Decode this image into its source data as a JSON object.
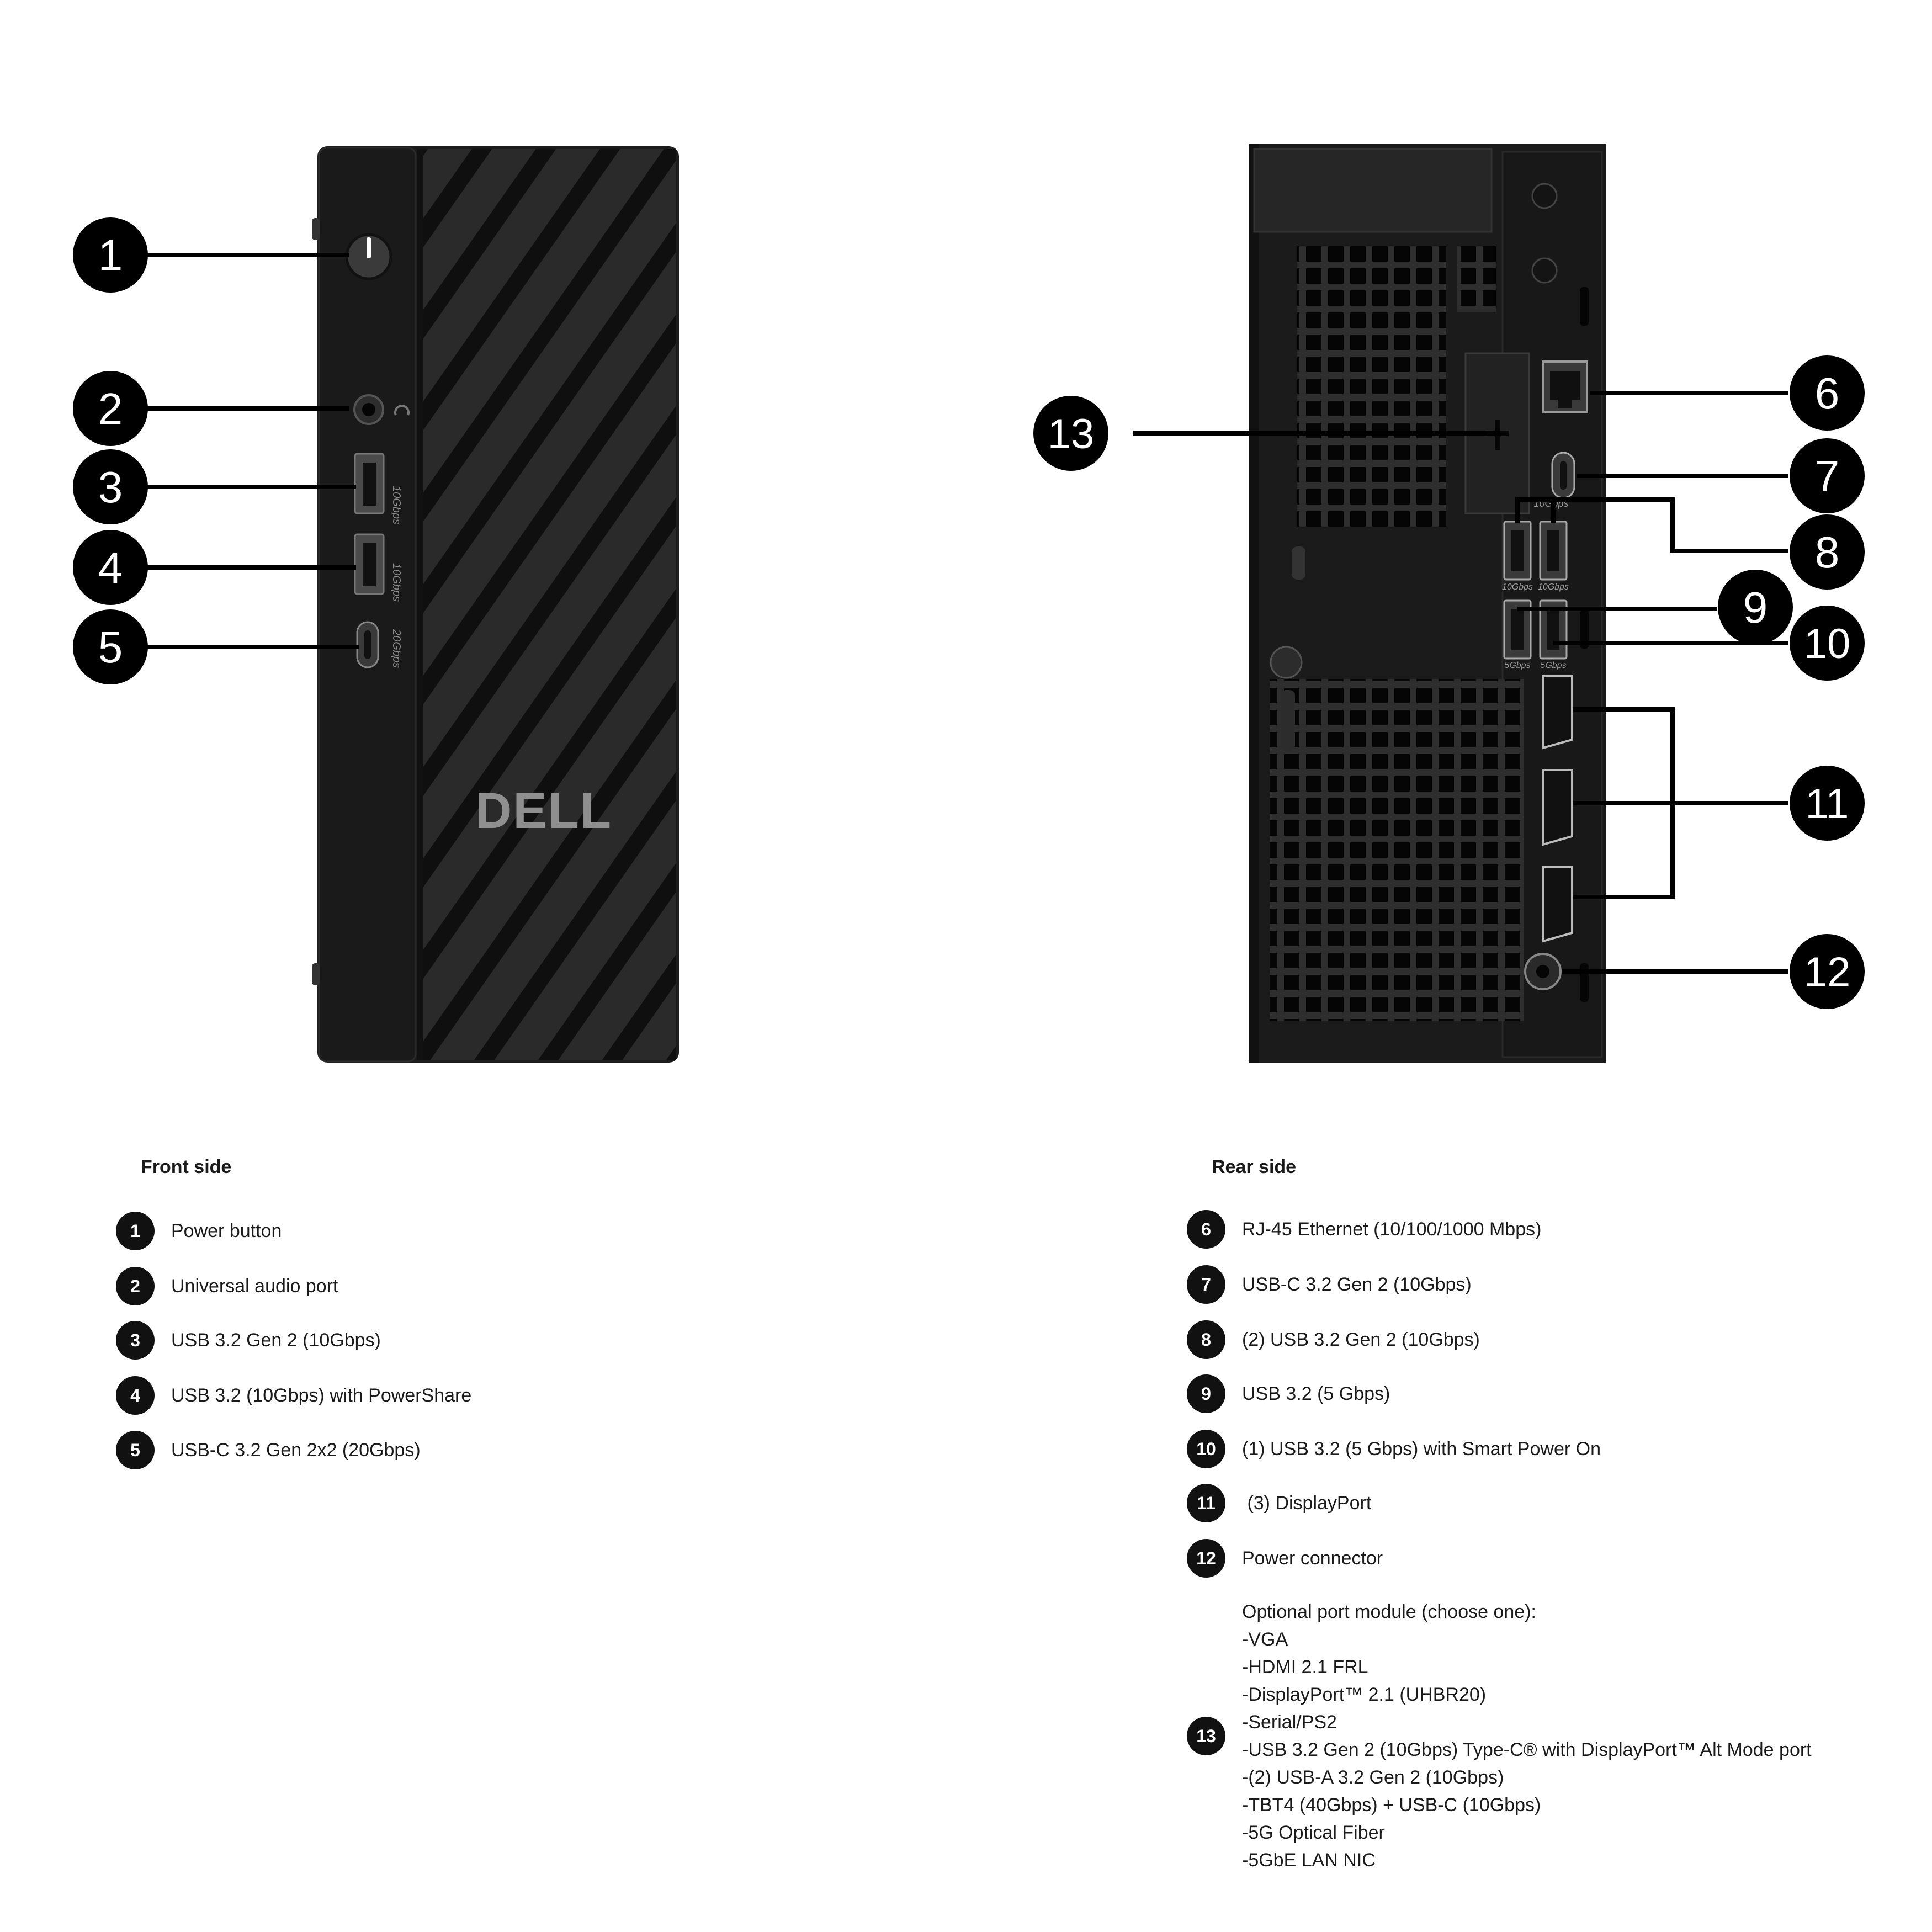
{
  "brand_logo": "DELL",
  "front_device": {
    "port_labels": [
      "10Gbps",
      "10Gbps",
      "20Gbps"
    ]
  },
  "rear_device": {
    "port_labels": [
      "10Gbps",
      "10Gbps",
      "10Gbps",
      "5Gbps",
      "5Gbps"
    ]
  },
  "callouts": [
    "1",
    "2",
    "3",
    "4",
    "5",
    "6",
    "7",
    "8",
    "9",
    "10",
    "11",
    "12",
    "13"
  ],
  "legend": {
    "front": {
      "title": "Front side",
      "items": [
        {
          "num": "1",
          "label": "Power button"
        },
        {
          "num": "2",
          "label": "Universal audio port"
        },
        {
          "num": "3",
          "label": "USB 3.2 Gen 2 (10Gbps)"
        },
        {
          "num": "4",
          "label": "USB 3.2 (10Gbps) with PowerShare"
        },
        {
          "num": "5",
          "label": "USB-C 3.2 Gen 2x2 (20Gbps)"
        }
      ]
    },
    "rear": {
      "title": "Rear side",
      "items": [
        {
          "num": "6",
          "label": "RJ-45 Ethernet (10/100/1000 Mbps)"
        },
        {
          "num": "7",
          "label": "USB-C 3.2 Gen 2 (10Gbps)"
        },
        {
          "num": "8",
          "label": "(2) USB 3.2 Gen 2 (10Gbps)"
        },
        {
          "num": "9",
          "label": "USB 3.2 (5 Gbps)"
        },
        {
          "num": "10",
          "label": "(1) USB 3.2 (5 Gbps) with Smart Power On"
        },
        {
          "num": "11",
          "label": " (3) DisplayPort"
        },
        {
          "num": "12",
          "label": "Power connector"
        }
      ],
      "module": {
        "num": "13",
        "lines": [
          "Optional port module (choose one):",
          "-VGA",
          "-HDMI 2.1 FRL",
          "-DisplayPort™ 2.1 (UHBR20)",
          "-Serial/PS2",
          "-USB 3.2 Gen 2 (10Gbps) Type-C® with DisplayPort™ Alt Mode port",
          "-(2) USB-A 3.2 Gen 2 (10Gbps)",
          "-TBT4 (40Gbps) + USB-C (10Gbps)",
          "-5G Optical Fiber",
          "-5GbE LAN NIC"
        ]
      }
    }
  }
}
